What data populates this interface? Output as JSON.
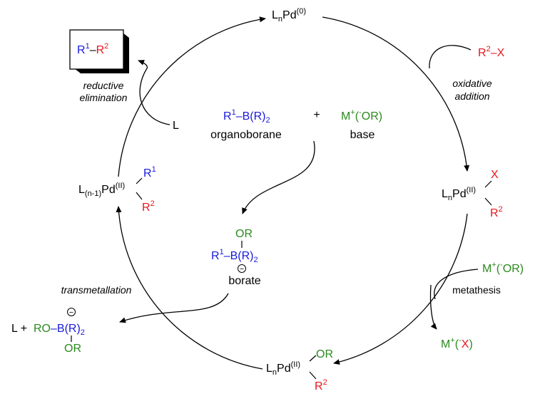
{
  "catalyst": {
    "L": "L",
    "n": "n",
    "Pd": "Pd",
    "ox": "(0)"
  },
  "product": {
    "R1": "R",
    "one": "1",
    "dash": "–",
    "R2": "R",
    "two": "2"
  },
  "steps": {
    "reductive_1": "reductive",
    "reductive_2": "elimination",
    "oxidative_1": "oxidative",
    "oxidative_2": "addition",
    "metathesis": "metathesis",
    "transmetallation": "transmetallation"
  },
  "reagents": {
    "halide": {
      "R": "R",
      "two": "2",
      "X": "–X"
    },
    "organoborane": {
      "R": "R",
      "one": "1",
      "rest": "–B(R)",
      "sub": "2",
      "caption": "organoborane"
    },
    "plus": "+",
    "base": {
      "M": "M",
      "plus": "+",
      "open": "(",
      "minus": "-",
      "OR": "OR)",
      "caption": "base"
    },
    "base2": {
      "M": "M",
      "plus": "+",
      "open": "(",
      "minus": "-",
      "OR": "OR)"
    },
    "salt": {
      "M": "M",
      "plus": "+",
      "open": "(",
      "minus": "-",
      "X": "X",
      "close": ")"
    },
    "L_released": "L",
    "L_byproduct": "L +"
  },
  "intermediates": {
    "oxadd": {
      "L": "L",
      "n": "n",
      "Pd": "Pd",
      "ox": "(II)",
      "X": "X",
      "R": "R",
      "two": "2"
    },
    "metathesis_pd": {
      "L": "L",
      "n": "n",
      "Pd": "Pd",
      "ox": "(II)",
      "OR": "OR",
      "R": "R",
      "two": "2"
    },
    "transmet_pd": {
      "L": "L",
      "n": "(n-1)",
      "Pd": "Pd",
      "ox": "(II)",
      "R1": "R",
      "one": "1",
      "R2": "R",
      "two": "2"
    },
    "borate": {
      "OR": "OR",
      "R": "R",
      "one": "1",
      "rest": "–B(R)",
      "sub": "2",
      "charge": "−",
      "caption": "borate"
    },
    "byproduct": {
      "RO": "RO",
      "B": "–B(R)",
      "sub": "2",
      "OR": "OR",
      "charge": "−"
    }
  },
  "colors": {
    "blue": "#1a1adc",
    "red": "#e8161c",
    "green": "#2a8a1e",
    "black": "#000000"
  }
}
